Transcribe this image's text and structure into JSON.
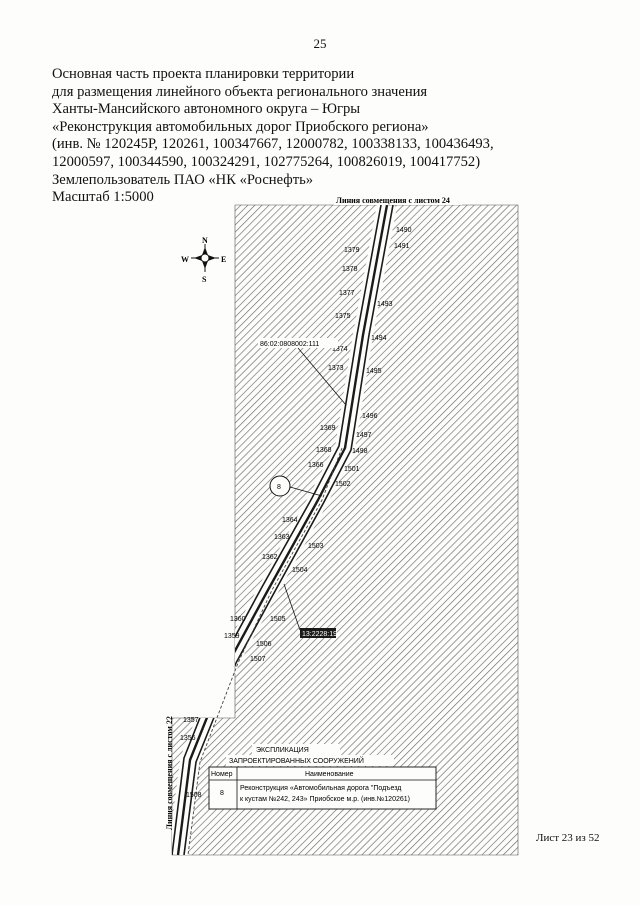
{
  "page_number": "25",
  "header": {
    "lines": [
      "Основная часть проекта планировки территории",
      "для размещения линейного объекта регионального значения",
      "Ханты-Мансийского автономного округа – Югры",
      "«Реконструкция автомобильных дорог Приобского региона»",
      "(инв. № 120245Р, 120261, 100347667, 12000782, 100338133, 100436493,",
      "12000597, 100344590, 100324291, 102775264, 100826019, 100417752)",
      "Землепользователь ПАО «НК «Роснефть»",
      "Масштаб 1:5000"
    ]
  },
  "map": {
    "match_line_top": "Линия совмещения с листом 24",
    "match_line_left": "Линия совмещения с листом 22",
    "compass": {
      "n": "N",
      "s": "S",
      "w": "W",
      "e": "E"
    },
    "cadastral_label": "86:02:0808002:111",
    "object_marker": "8",
    "parcel_label": "13:2228:19",
    "left_points": [
      "1379",
      "1378",
      "1377",
      "1375",
      "1374",
      "1373",
      "1369",
      "1368",
      "1366",
      "1364",
      "1363",
      "1362",
      "1360",
      "1359",
      "1357",
      "1356"
    ],
    "right_points": [
      "1490",
      "1491",
      "1493",
      "1494",
      "1495",
      "1496",
      "1497",
      "1498",
      "1501",
      "1502",
      "1503",
      "1504",
      "1505",
      "1506",
      "1507",
      "1508"
    ],
    "colors": {
      "hatch": "#6a6a6a",
      "road": "#1a1a1a",
      "parcel": "#444444"
    }
  },
  "legend": {
    "title_line1": "ЭКСПЛИКАЦИЯ",
    "title_line2": "ЗАПРОЕКТИРОВАННЫХ СООРУЖЕНИЙ",
    "col_number": "Номер",
    "col_name": "Наименование",
    "rows": [
      {
        "number": "8",
        "name_line1": "Реконструкция «Автомобильная дорога \"Подъезд",
        "name_line2": "к кустам №242, 243» Приобское м.р. (инв.№120261)"
      }
    ]
  },
  "sheet_label": "Лист 23 из 52"
}
